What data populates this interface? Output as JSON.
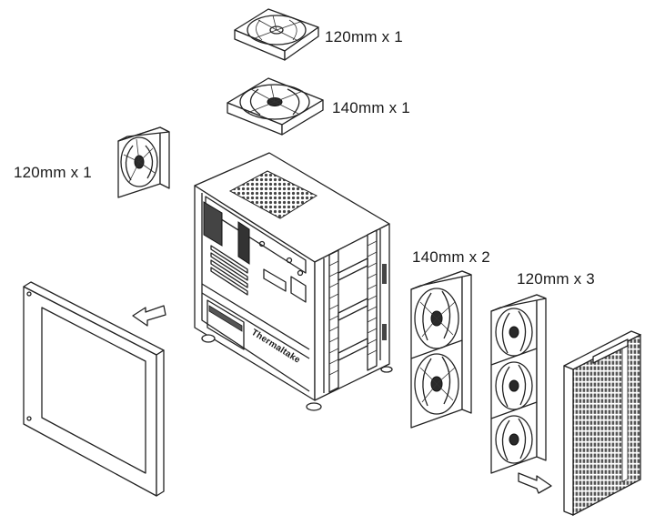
{
  "labels": {
    "top_fan": "120mm x 1",
    "top_fan_2": "140mm x 1",
    "rear_fan": "120mm x 1",
    "front_fans_140": "140mm x 2",
    "front_fans_120": "120mm x 3"
  },
  "brand": "Thermaltake",
  "colors": {
    "line": "#222222",
    "background": "#ffffff"
  }
}
